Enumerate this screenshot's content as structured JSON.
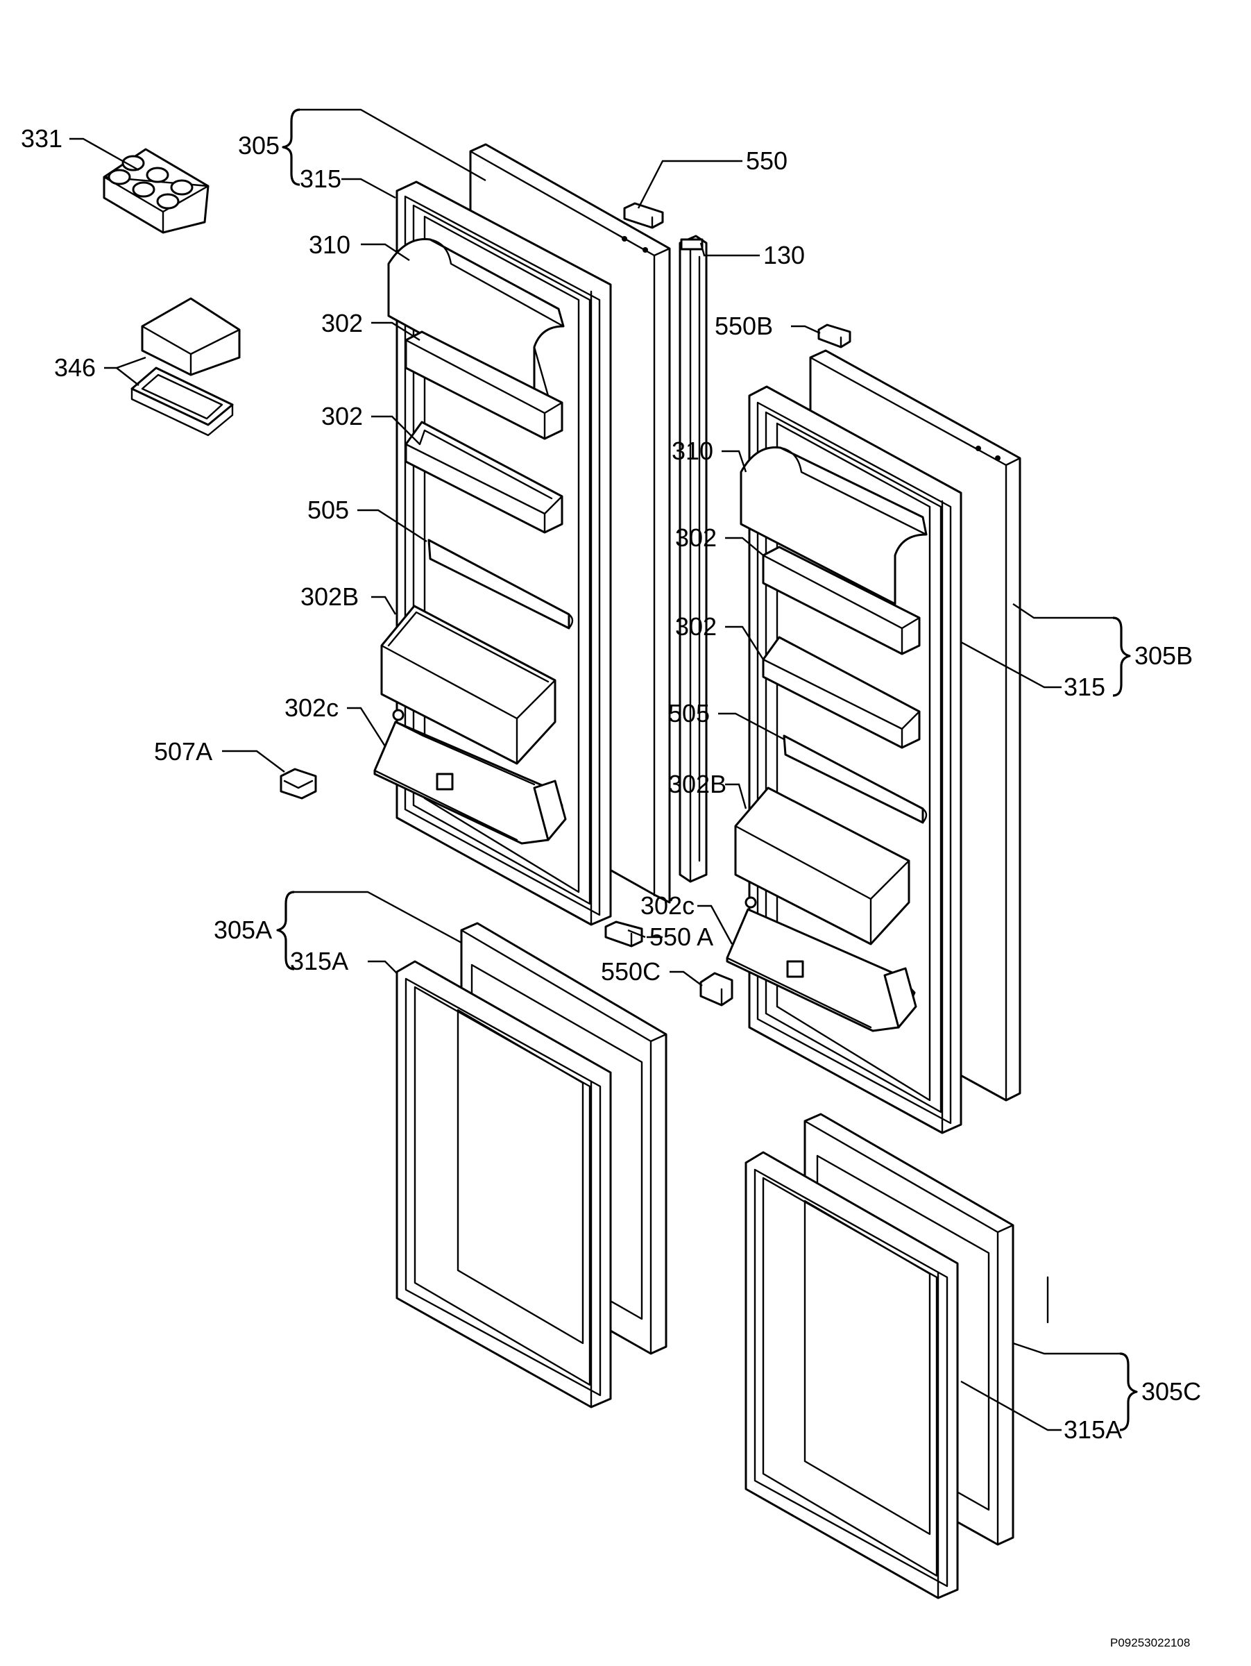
{
  "diagram": {
    "reference_code": "P09253022108",
    "callouts": {
      "c331": "331",
      "c346": "346",
      "c305": "305",
      "c315": "315",
      "c310_left": "310",
      "c302_left_top": "302",
      "c302_left_mid": "302",
      "c505_left": "505",
      "c302B_left": "302B",
      "c302c_left": "302c",
      "c507A": "507A",
      "c550": "550",
      "c130": "130",
      "c550B": "550B",
      "c310_right": "310",
      "c302_right_top": "302",
      "c302_right_mid": "302",
      "c505_right": "505",
      "c302B_right": "302B",
      "c302c_right": "302c",
      "c305B": "305B",
      "c315_right": "315",
      "c305A": "305A",
      "c315A_left": "315A",
      "c550A": "550 A",
      "c550C": "550C",
      "c305C": "305C",
      "c315A_right": "315A"
    }
  }
}
